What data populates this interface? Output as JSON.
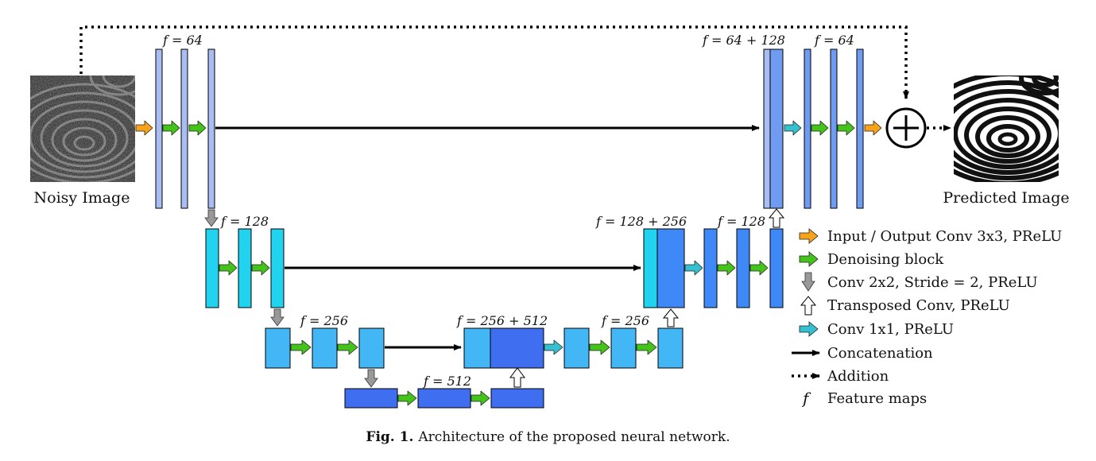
{
  "colors": {
    "level1": "#a9bdf2",
    "level1_dark": "#6f9cf0",
    "level2": "#22d3ef",
    "level3": "#43b7f5",
    "level3_dark": "#3f88f7",
    "level4": "#3f6ff0",
    "io_arrow": "#f7a21b",
    "denoise_arrow": "#44c31b",
    "conv_arrow": "#999999",
    "transposed_arrow": "#ffffff",
    "conv1x1_arrow": "#35c0d0"
  },
  "images": {
    "input_label": "Noisy Image",
    "output_label": "Predicted Image"
  },
  "feature_labels": {
    "enc1": "f = 64",
    "enc2": "f = 128",
    "enc3": "f = 256",
    "bottleneck": "f = 512",
    "dec3_concat": "f = 256 + 512",
    "dec3": "f = 256",
    "dec2_concat": "f = 128 + 256",
    "dec2": "f = 128",
    "dec1_concat": "f = 64 + 128",
    "dec1": "f = 64"
  },
  "addition_symbol": "+",
  "legend": [
    {
      "icon": "orange-arrow-icon",
      "label": "Input / Output Conv 3x3, PReLU"
    },
    {
      "icon": "green-arrow-icon",
      "label": "Denoising block"
    },
    {
      "icon": "gray-down-arrow-icon",
      "label": "Conv 2x2, Stride = 2, PReLU"
    },
    {
      "icon": "hollow-up-arrow-icon",
      "label": "Transposed Conv, PReLU"
    },
    {
      "icon": "cyan-arrow-icon",
      "label": "Conv 1x1, PReLU"
    },
    {
      "icon": "solid-line-arrow-icon",
      "label": "Concatenation"
    },
    {
      "icon": "dotted-line-arrow-icon",
      "label": "Addition"
    },
    {
      "icon": "f-symbol-icon",
      "label": "Feature maps",
      "symbol": "f"
    }
  ],
  "caption": {
    "prefix": "Fig. 1.",
    "text": "Architecture of the proposed neural network."
  }
}
